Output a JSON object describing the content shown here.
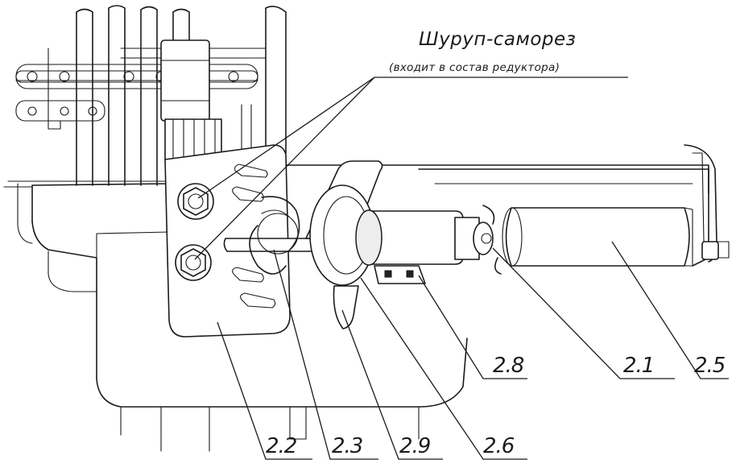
{
  "annotation": {
    "title": "Шуруп-саморез",
    "subtitle": "(входит в состав редуктора)"
  },
  "labels": {
    "l_2_1": "2.1",
    "l_2_2": "2.2",
    "l_2_3": "2.3",
    "l_2_5": "2.5",
    "l_2_6": "2.6",
    "l_2_8": "2.8",
    "l_2_9": "2.9"
  }
}
